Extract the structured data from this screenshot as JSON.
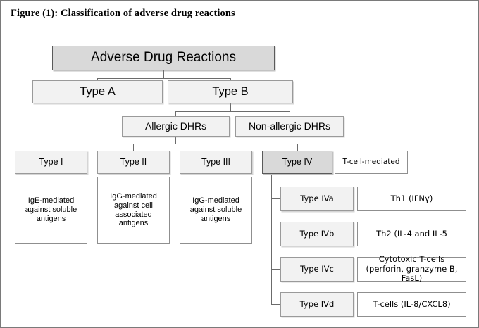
{
  "figure": {
    "title": "Figure (1): Classification of adverse drug reactions"
  },
  "nodes": {
    "root": "Adverse Drug Reactions",
    "type_a": "Type A",
    "type_b": "Type B",
    "allergic": "Allergic DHRs",
    "non_allergic": "Non-allergic DHRs",
    "type_1": "Type I",
    "type_2": "Type II",
    "type_3": "Type III",
    "type_4": "Type IV",
    "t_cell_mediated": "T-cell-mediated",
    "desc_1": "IgE-mediated against soluble antigens",
    "desc_2": "IgG-mediated against cell associated antigens",
    "desc_3": "IgG-mediated against soluble antigens",
    "type_4a": "Type IVa",
    "type_4b": "Type IVb",
    "type_4c": "Type IVc",
    "type_4d": "Type IVd",
    "desc_4a": "Th1 (IFNγ)",
    "desc_4b": "Th2 (IL-4 and IL-5",
    "desc_4c": "Cytotoxic T-cells (perforin, granzyme B, FasL)",
    "desc_4d": "T-cells (IL-8/CXCL8)"
  },
  "colors": {
    "fill_primary": "#d9d9d9",
    "fill_secondary": "#f2f2f2",
    "fill_plain": "#ffffff",
    "border_dark": "#5a5a5a",
    "border_light": "#9a9a9a",
    "connector": "#6b6b6b",
    "text": "#000000",
    "page_background": "#ffffff"
  }
}
